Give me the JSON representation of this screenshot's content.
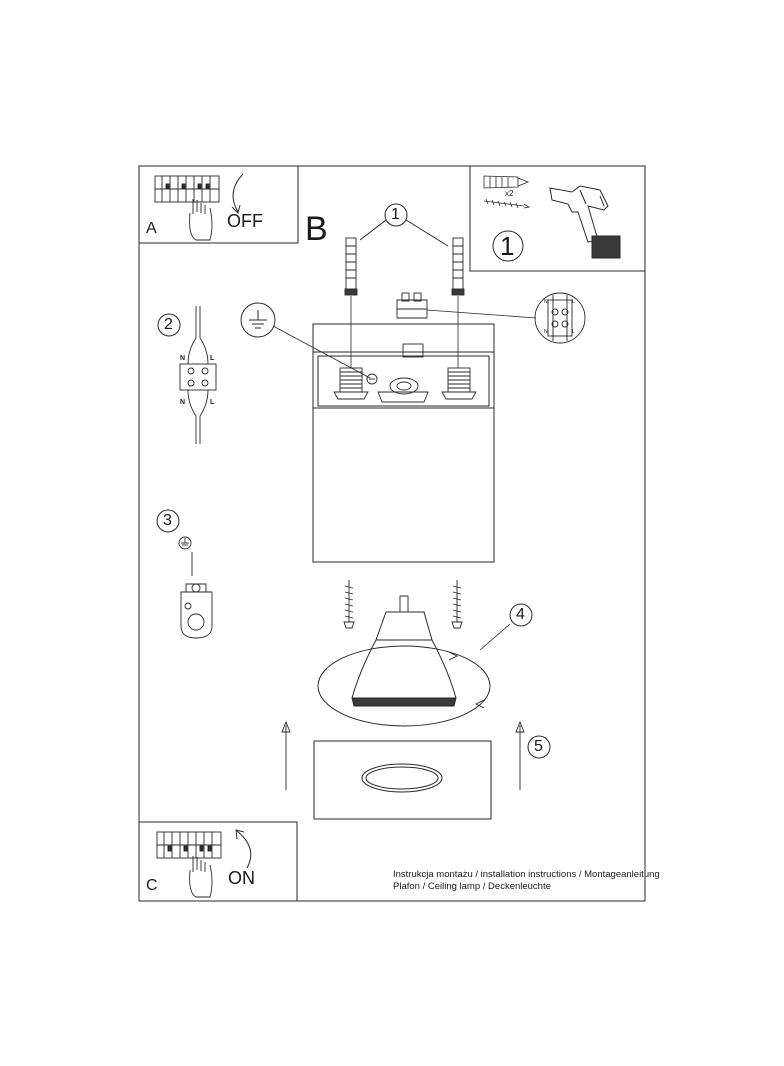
{
  "panels": {
    "a": {
      "letter": "A",
      "action": "OFF"
    },
    "b": {
      "letter": "B"
    },
    "c": {
      "letter": "C",
      "action": "ON"
    }
  },
  "steps": {
    "step1": "1",
    "step1_tools": "1",
    "step2": "2",
    "step3": "3",
    "step4": "4",
    "step5": "5"
  },
  "tools": {
    "quantity": "x2"
  },
  "terminal": {
    "n_top": "N",
    "l_top": "L",
    "n_bottom": "N",
    "l_bottom": "L",
    "zoom_n_top": "N",
    "zoom_l_top": "L",
    "zoom_n_bottom": "N",
    "zoom_l_bottom": "L"
  },
  "caption": {
    "line1": "Instrukcja montażu / installation instructions / Montageanleitung",
    "line2": "Plafon / Ceiling lamp / Deckenleuchte"
  },
  "colors": {
    "line": "#2a2a2a",
    "paper": "#ffffff",
    "dark": "#3a3a3a"
  }
}
